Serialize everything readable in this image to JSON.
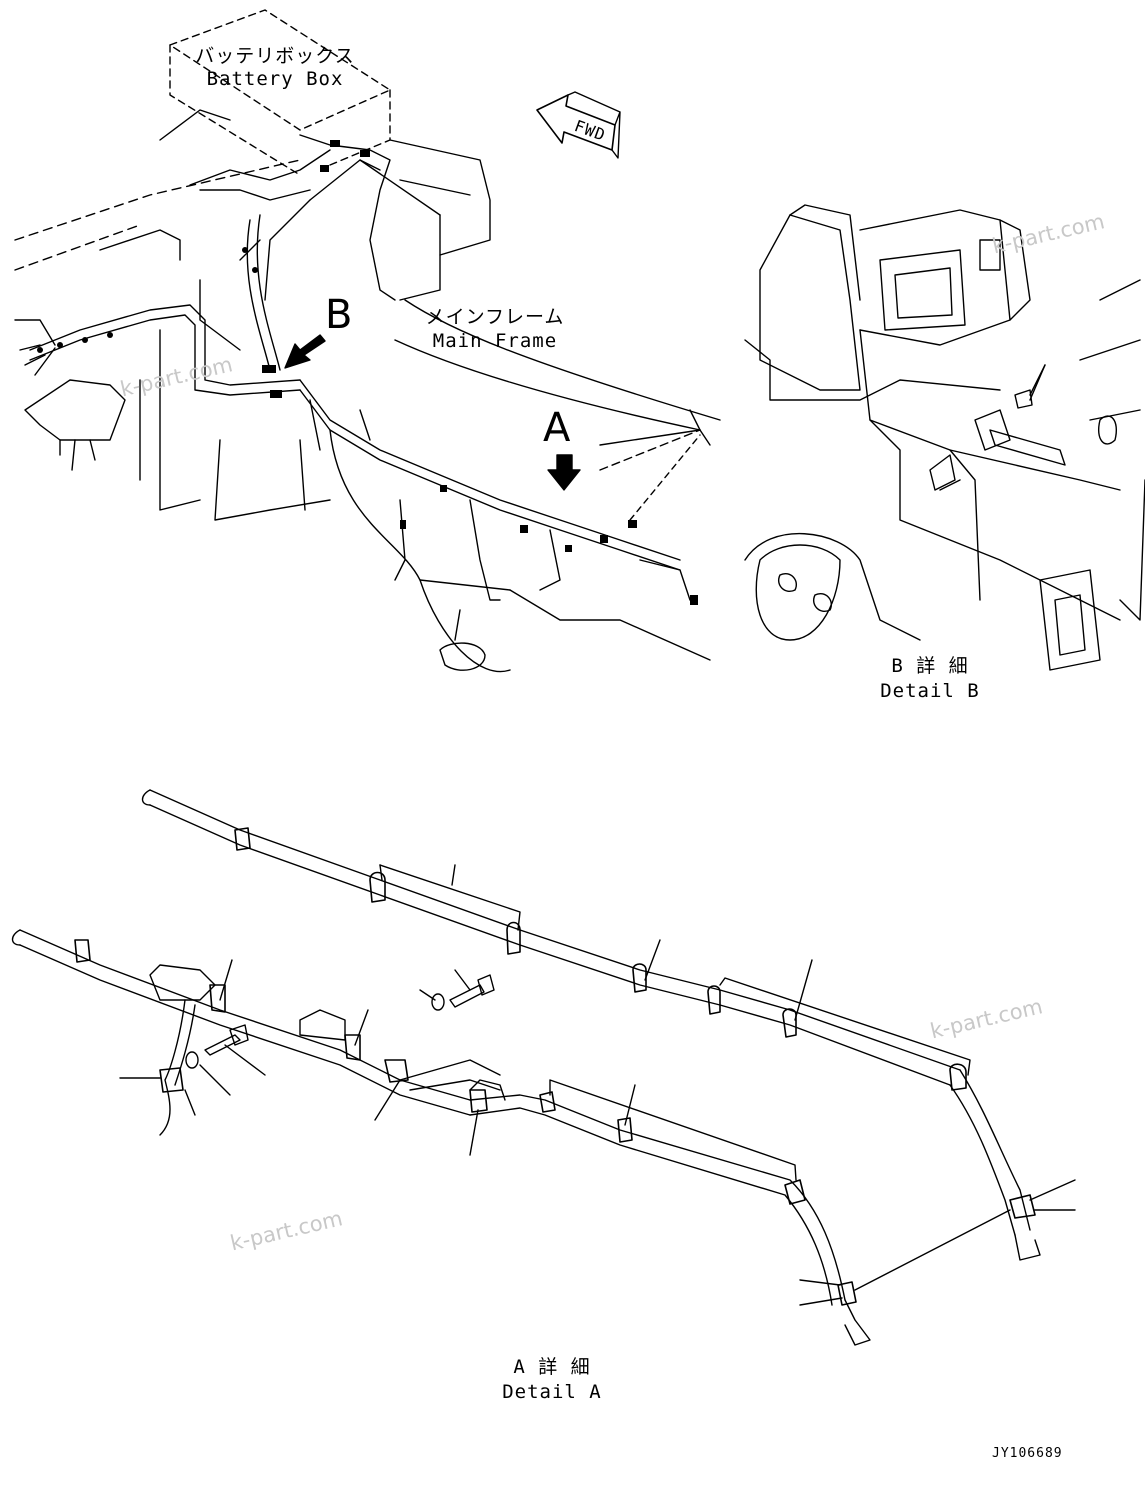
{
  "labels": {
    "battery_box_jp": "バッテリボックス",
    "battery_box_en": "Battery Box",
    "main_frame_jp": "メインフレーム",
    "main_frame_en": "Main Frame",
    "fwd": "FWD",
    "view_a": "A",
    "view_b": "B",
    "detail_b_jp": "B 詳 細",
    "detail_b_en": "Detail B",
    "detail_a_jp": "A 詳 細",
    "detail_a_en": "Detail A"
  },
  "watermark": "k-part.com",
  "document_id": "JY106689",
  "colors": {
    "line": "#000000",
    "watermark": "#c8c8c8",
    "background": "#ffffff"
  }
}
